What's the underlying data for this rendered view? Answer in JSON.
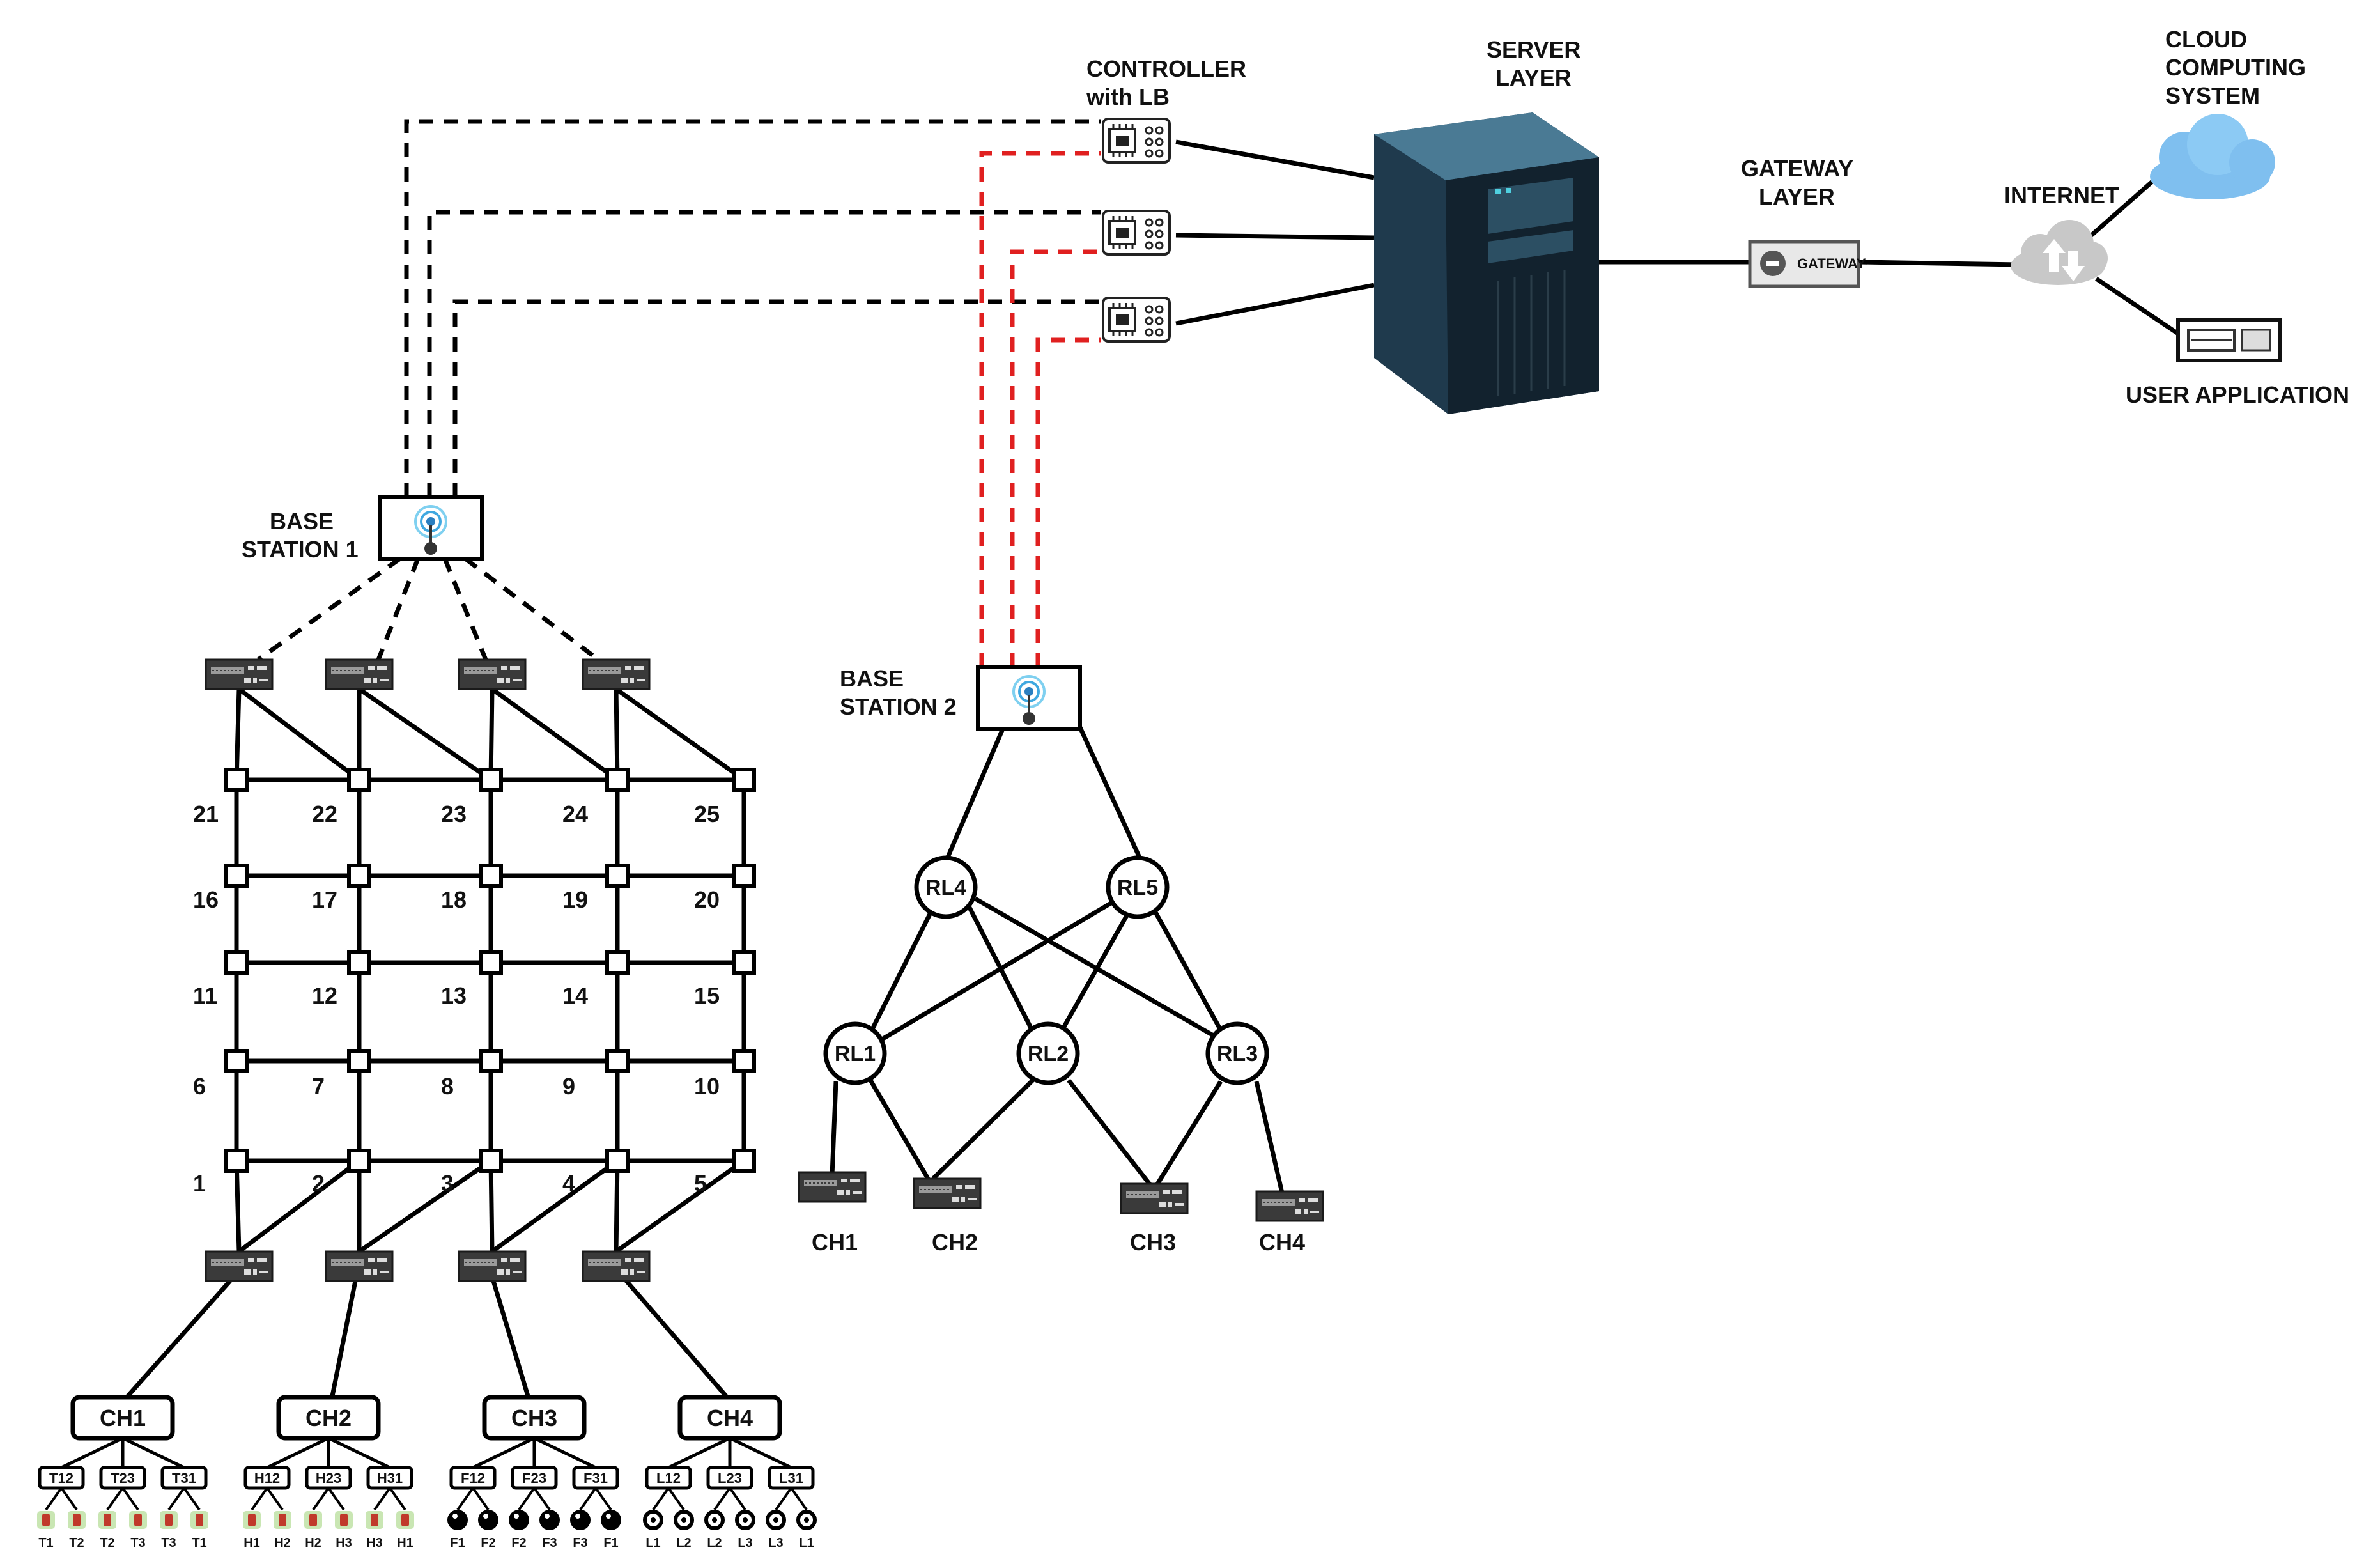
{
  "labels": {
    "controller_line1": "CONTROLLER",
    "controller_line2": "with LB",
    "server_line1": "SERVER",
    "server_line2": "LAYER",
    "cloud_line1": "CLOUD",
    "cloud_line2": "COMPUTING",
    "cloud_line3": "SYSTEM",
    "gateway_line1": "GATEWAY",
    "gateway_line2": "LAYER",
    "gateway_device": "GATEWAY",
    "internet": "INTERNET",
    "user_app": "USER APPLICATION",
    "bs1_line1": "BASE",
    "bs1_line2": "STATION 1",
    "bs2_line1": "BASE",
    "bs2_line2": "STATION 2"
  },
  "grid_numbers": [
    [
      "21",
      "22",
      "23",
      "24",
      "25"
    ],
    [
      "16",
      "17",
      "18",
      "19",
      "20"
    ],
    [
      "11",
      "12",
      "13",
      "14",
      "15"
    ],
    [
      "6",
      "7",
      "8",
      "9",
      "10"
    ],
    [
      "1",
      "2",
      "3",
      "4",
      "5"
    ]
  ],
  "left_cluster_heads": [
    "CH1",
    "CH2",
    "CH3",
    "CH4"
  ],
  "sub_groups": [
    {
      "boxes": [
        "T12",
        "T23",
        "T31"
      ],
      "sensors": [
        "T1",
        "T2",
        "T2",
        "T3",
        "T3",
        "T1"
      ]
    },
    {
      "boxes": [
        "H12",
        "H23",
        "H31"
      ],
      "sensors": [
        "H1",
        "H2",
        "H2",
        "H3",
        "H3",
        "H1"
      ]
    },
    {
      "boxes": [
        "F12",
        "F23",
        "F31"
      ],
      "sensors": [
        "F1",
        "F2",
        "F2",
        "F3",
        "F3",
        "F1"
      ]
    },
    {
      "boxes": [
        "L12",
        "L23",
        "L31"
      ],
      "sensors": [
        "L1",
        "L2",
        "L2",
        "L3",
        "L3",
        "L1"
      ]
    }
  ],
  "relays": [
    "RL4",
    "RL5",
    "RL1",
    "RL2",
    "RL3"
  ],
  "right_cluster_heads": [
    "CH1",
    "CH2",
    "CH3",
    "CH4"
  ],
  "colors": {
    "line": "#000000",
    "dashed_red": "#e02020",
    "device_dark": "#3a3a3a",
    "server_body": "#1f3a4d",
    "cloud_blue": "#7fbfef",
    "internet_gray": "#c8c8c8",
    "sensor_fill": "#c9e6b3",
    "sensor_core": "#c0392b"
  }
}
